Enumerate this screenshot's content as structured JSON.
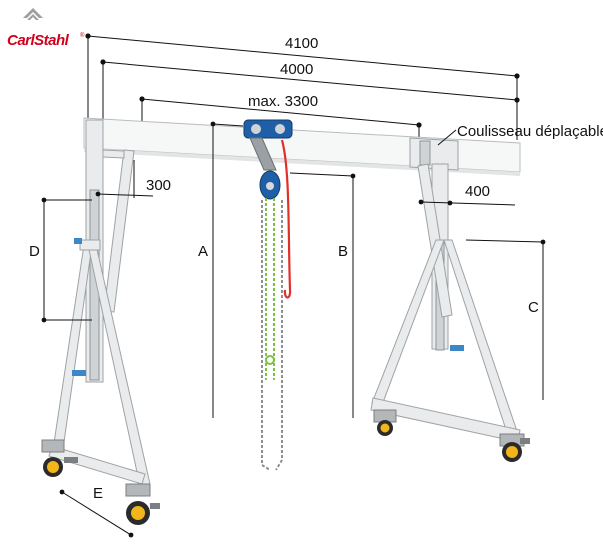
{
  "brand": {
    "name": "CarlStahl",
    "registered_mark": "®",
    "logo_color": "#d0021b"
  },
  "dimensions": {
    "total_width": "4100",
    "beam_length": "4000",
    "max_travel": "max. 3300",
    "beam_overhang_left": "300",
    "trolley_offset_right": "400"
  },
  "labels": {
    "sliding_bracket": "Coulisseau déplaçable",
    "A": "A",
    "B": "B",
    "C": "C",
    "D": "D",
    "E": "E"
  },
  "colors": {
    "aluminium": "#e9ebec",
    "hoist_blue": "#1f5fa8",
    "load_chain": "#7cc242",
    "hand_chain": "#8b8f91",
    "rope": "#e0302b",
    "wheel": "#f2b51c"
  }
}
